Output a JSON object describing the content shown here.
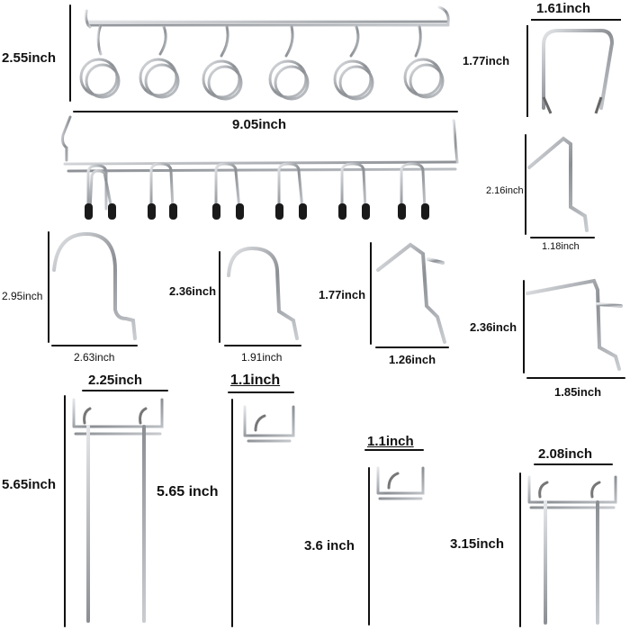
{
  "labels": {
    "rack_rings_height": "2.55inch",
    "rack_rings_width": "9.05inch",
    "u_hook_width": "1.61inch",
    "u_hook_height": "1.77inch",
    "bent_hook_small_height": "2.16inch",
    "bent_hook_small_width": "1.18inch",
    "curved_large_height": "2.95inch",
    "curved_large_width": "2.63inch",
    "curved_small_height": "2.36inch",
    "curved_small_width": "1.91inch",
    "angled_height": "1.77inch",
    "angled_width": "1.26inch",
    "bent_hook_large_height": "2.36inch",
    "bent_hook_large_width": "1.85inch",
    "double_prong_width": "2.25inch",
    "double_prong_height": "5.65inch",
    "single_long_width": "1.1inch",
    "single_long_height": "5.65 inch",
    "single_short_width": "1.1inch",
    "single_short_height": "3.6 inch",
    "double_short_width": "2.08inch",
    "double_short_height": "3.15inch"
  },
  "colors": {
    "metal": "#8a8d91",
    "metal_light": "#d6d8db",
    "tip": "#1a1a1a",
    "dimension_line": "#111111"
  }
}
